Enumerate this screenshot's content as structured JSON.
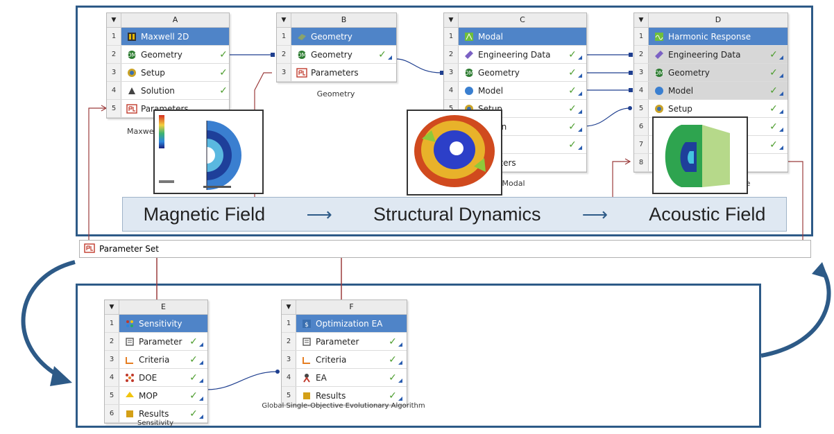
{
  "systems": {
    "A": {
      "letter": "A",
      "rows": [
        {
          "num": "1",
          "label": "Maxwell 2D",
          "icon": "maxwell-icon",
          "title": true
        },
        {
          "num": "2",
          "label": "Geometry",
          "icon": "geometry-icon",
          "status": "✓"
        },
        {
          "num": "3",
          "label": "Setup",
          "icon": "setup-icon",
          "status": "✓"
        },
        {
          "num": "4",
          "label": "Solution",
          "icon": "solution-icon",
          "status": "✓"
        },
        {
          "num": "5",
          "label": "Parameters",
          "icon": "parameters-icon"
        }
      ],
      "caption": "Maxwe"
    },
    "B": {
      "letter": "B",
      "rows": [
        {
          "num": "1",
          "label": "Geometry",
          "icon": "geometry-system-icon",
          "title": true
        },
        {
          "num": "2",
          "label": "Geometry",
          "icon": "geometry-icon",
          "status": "✓"
        },
        {
          "num": "3",
          "label": "Parameters",
          "icon": "parameters-icon"
        }
      ],
      "caption": "Geometry"
    },
    "C": {
      "letter": "C",
      "rows": [
        {
          "num": "1",
          "label": "Modal",
          "icon": "modal-icon",
          "title": true
        },
        {
          "num": "2",
          "label": "Engineering Data",
          "icon": "engineering-data-icon",
          "status": "✓"
        },
        {
          "num": "3",
          "label": "Geometry",
          "icon": "geometry-icon",
          "status": "✓"
        },
        {
          "num": "4",
          "label": "Model",
          "icon": "model-icon",
          "status": "✓"
        },
        {
          "num": "5",
          "label": "Setup",
          "icon": "setup-icon",
          "status": "✓"
        },
        {
          "num": "6",
          "label": "olution",
          "icon": "solution-icon",
          "status": "✓"
        },
        {
          "num": "7",
          "label": "ults",
          "icon": "results-icon",
          "status": "✓"
        },
        {
          "num": "8",
          "label": "rameters",
          "icon": "parameters-icon"
        }
      ],
      "caption": "Modal"
    },
    "D": {
      "letter": "D",
      "rows": [
        {
          "num": "1",
          "label": "Harmonic Response",
          "icon": "harmonic-icon",
          "title": true
        },
        {
          "num": "2",
          "label": "Engineering Data",
          "icon": "engineering-data-icon",
          "status": "✓"
        },
        {
          "num": "3",
          "label": "Geometry",
          "icon": "geometry-icon",
          "status": "✓"
        },
        {
          "num": "4",
          "label": "Model",
          "icon": "model-icon",
          "status": "✓"
        },
        {
          "num": "5",
          "label": "Setup",
          "icon": "setup-icon",
          "status": "✓"
        },
        {
          "num": "6",
          "label": "",
          "icon": "solution-icon",
          "status": "✓"
        },
        {
          "num": "7",
          "label": "",
          "icon": "results-icon",
          "status": "✓"
        },
        {
          "num": "8",
          "label": "",
          "icon": "parameters-icon"
        }
      ],
      "caption": "e"
    },
    "E": {
      "letter": "E",
      "rows": [
        {
          "num": "1",
          "label": "Sensitivity",
          "icon": "sensitivity-icon",
          "title": true
        },
        {
          "num": "2",
          "label": "Parameter",
          "icon": "parameter-icon",
          "status": "✓"
        },
        {
          "num": "3",
          "label": "Criteria",
          "icon": "criteria-icon",
          "status": "✓"
        },
        {
          "num": "4",
          "label": "DOE",
          "icon": "doe-icon",
          "status": "✓"
        },
        {
          "num": "5",
          "label": "MOP",
          "icon": "mop-icon",
          "status": "✓"
        },
        {
          "num": "6",
          "label": "Results",
          "icon": "results-icon",
          "status": "✓"
        }
      ],
      "caption": "Sensitivity"
    },
    "F": {
      "letter": "F",
      "rows": [
        {
          "num": "1",
          "label": "Optimization EA",
          "icon": "optimization-icon",
          "title": true
        },
        {
          "num": "2",
          "label": "Parameter",
          "icon": "parameter-icon",
          "status": "✓"
        },
        {
          "num": "3",
          "label": "Criteria",
          "icon": "criteria-icon",
          "status": "✓"
        },
        {
          "num": "4",
          "label": "EA",
          "icon": "ea-icon",
          "status": "✓"
        },
        {
          "num": "5",
          "label": "Results",
          "icon": "results-icon",
          "status": "✓"
        }
      ],
      "caption": "Global Single-Objective Evolutionary Algorithm"
    }
  },
  "banner": {
    "stage1": "Magnetic Field",
    "stage2": "Structural Dynamics",
    "stage3": "Acoustic Field",
    "arrow": "⟶"
  },
  "parameter_set": {
    "label": "Parameter Set",
    "icon": "parameters-icon"
  },
  "colors": {
    "frame": "#2d5a87",
    "title_row": "#4f84c8",
    "check": "#4d9d2e",
    "link": "#1f3f8f",
    "param_link": "#9b3b3b"
  }
}
